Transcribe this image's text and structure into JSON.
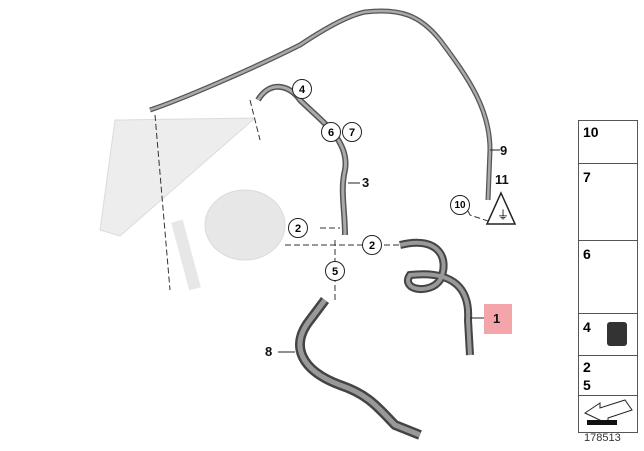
{
  "diagram": {
    "callouts": {
      "c4": "4",
      "c6": "6",
      "c7": "7",
      "c2a": "2",
      "c2b": "2",
      "c5": "5",
      "c10": "10"
    },
    "labels": {
      "l9": "9",
      "l11": "11",
      "l3": "3",
      "l8": "8",
      "l1": "1"
    },
    "highlight_color": "#f4a5aa"
  },
  "parts_panel": [
    {
      "numbers": "10"
    },
    {
      "numbers": "7"
    },
    {
      "numbers": "6"
    },
    {
      "numbers": "4"
    },
    {
      "numbers": "2",
      "numbers2": "5"
    }
  ],
  "reference_number": "178513"
}
